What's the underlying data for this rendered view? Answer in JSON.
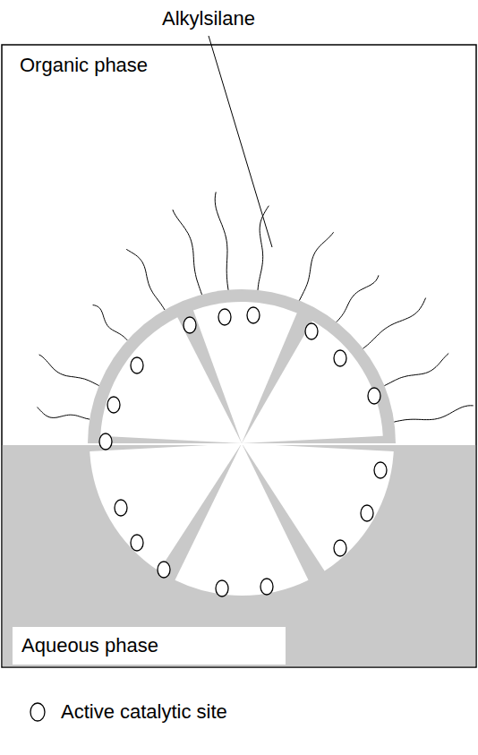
{
  "diagram": {
    "nodes": [
      {
        "text": [
          "Aqueous phase"
        ]
      }
    ],
    "labels": [
      "Alkylsilane",
      "Organic phase"
    ],
    "legend": [
      {
        "text": "Active catalytic site"
      }
    ]
  }
}
